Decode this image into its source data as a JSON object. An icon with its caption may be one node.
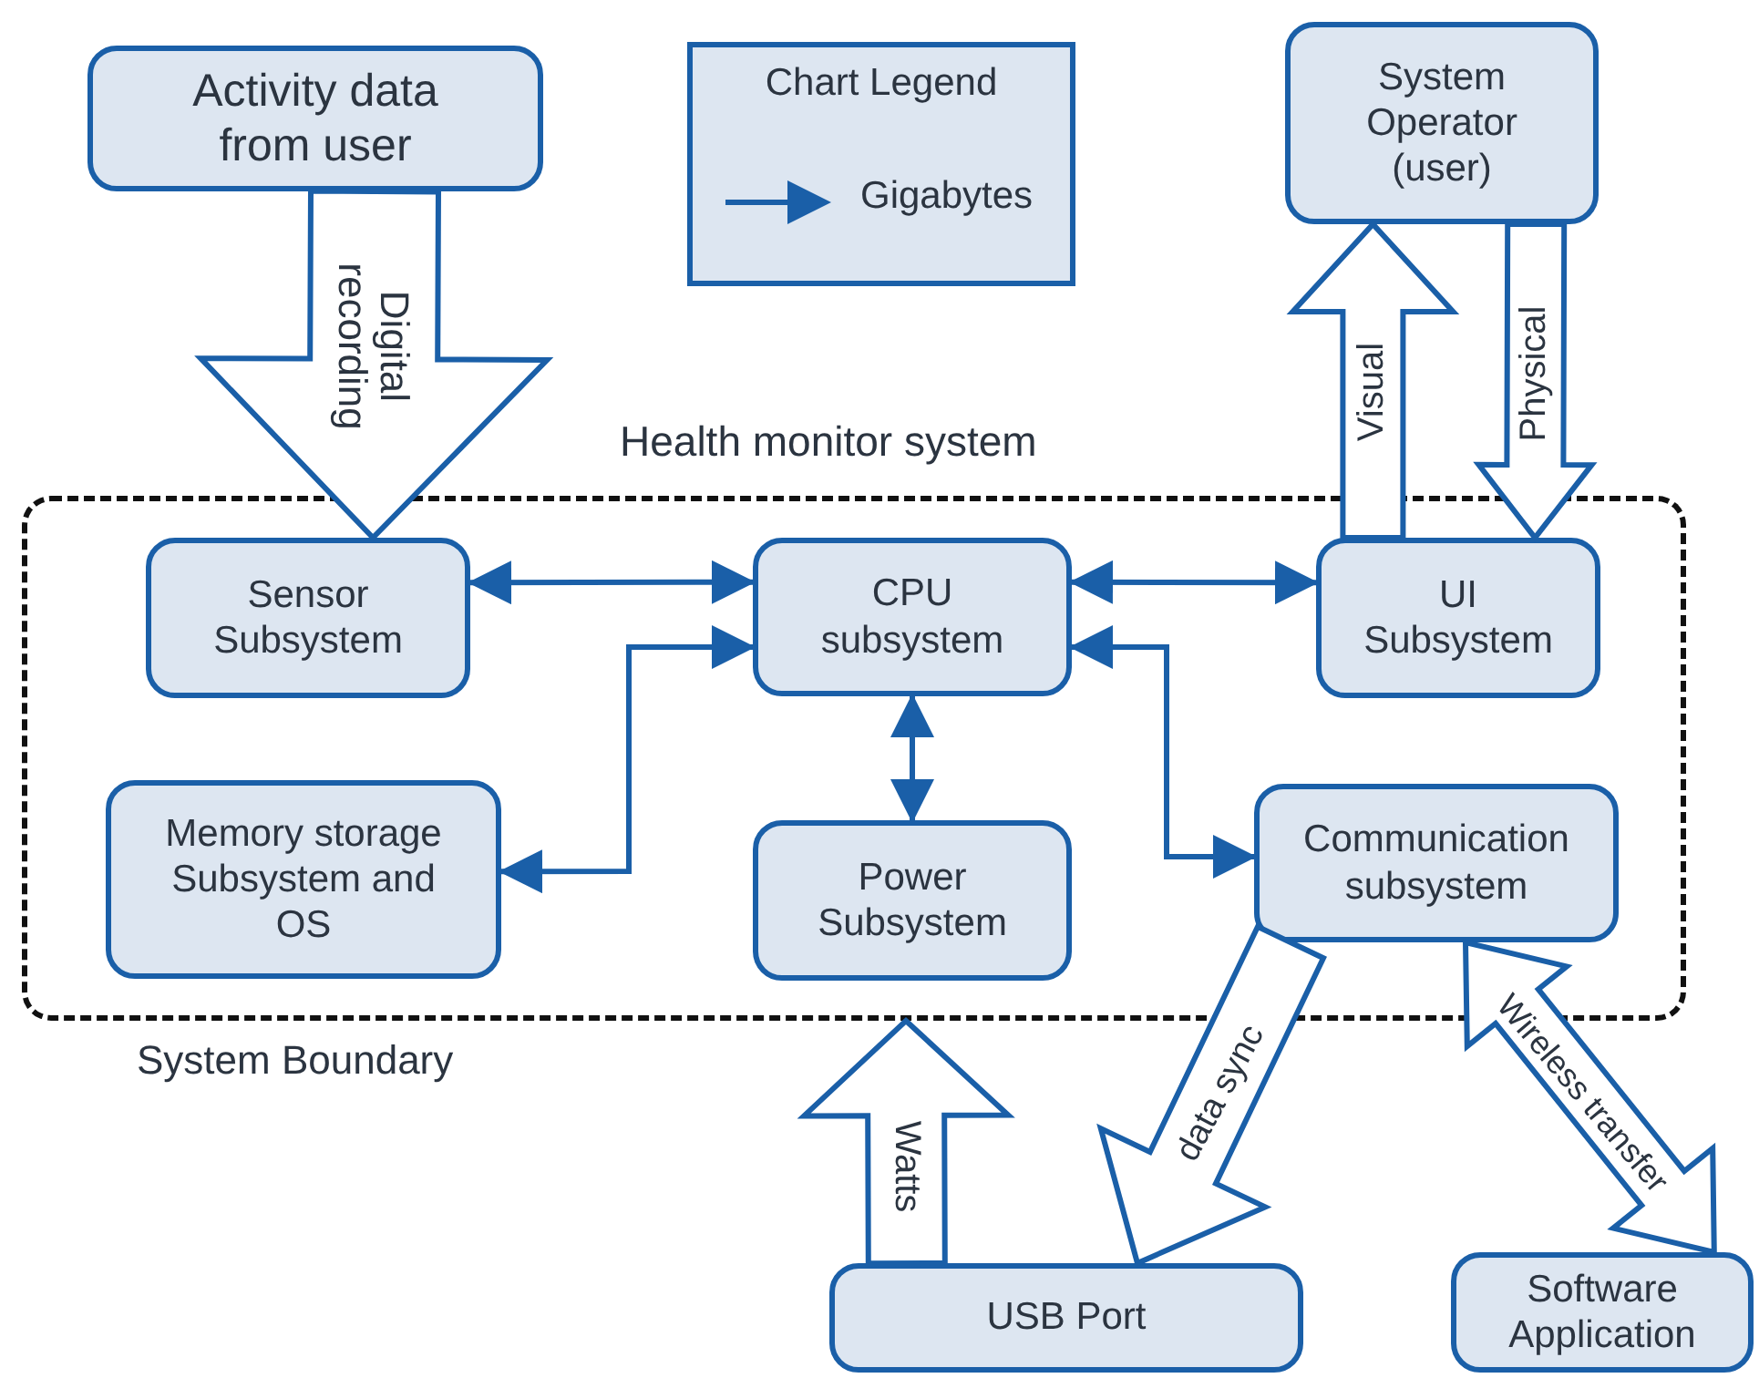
{
  "diagram": {
    "nodes": [
      {
        "text": [
          "Activity data from user"
        ]
      },
      {
        "text": [
          "System Operator (user)"
        ]
      },
      {
        "text": [
          "Health monitor system"
        ],
        "beside": [
          "System Boundary"
        ]
      },
      {
        "text": [
          "Sensor Subsystem"
        ],
        "in": 2
      },
      {
        "text": [
          "CPU subsystem"
        ],
        "in": 2
      },
      {
        "text": [
          "UI Subsystem"
        ],
        "in": 2
      },
      {
        "text": [
          "Memory storage Subsystem and OS"
        ],
        "in": 2
      },
      {
        "text": [
          "Power Subsystem"
        ],
        "in": 2
      },
      {
        "text": [
          "Communication subsystem"
        ],
        "in": 2
      },
      {
        "text": [
          "USB Port"
        ]
      },
      {
        "text": [
          "Software Application"
        ]
      }
    ],
    "edges": [
      {
        "from": 0,
        "to": 3,
        "arrow": "to",
        "label": "Digital recording",
        "style": "thick"
      },
      {
        "from": 5,
        "to": 1,
        "arrow": "to",
        "label": "Visual",
        "style": "thick"
      },
      {
        "from": 1,
        "to": 5,
        "arrow": "to",
        "label": "Physical",
        "style": "thick"
      },
      {
        "from": 3,
        "to": 4,
        "arrow": "both"
      },
      {
        "from": 4,
        "to": 5,
        "arrow": "both"
      },
      {
        "from": 6,
        "to": 4,
        "arrow": "both"
      },
      {
        "from": 4,
        "to": 7,
        "arrow": "both"
      },
      {
        "from": 4,
        "to": 8,
        "arrow": "both"
      },
      {
        "from": 9,
        "to": 7,
        "arrow": "to",
        "label": "Watts",
        "style": "thick"
      },
      {
        "from": 8,
        "to": 9,
        "arrow": "to",
        "label": "data sync",
        "style": "thick"
      },
      {
        "from": 8,
        "to": 10,
        "arrow": "both",
        "label": "Wireless transfer",
        "style": "thick"
      }
    ],
    "labels": [
      "Chart Legend"
    ],
    "legend": [
      {
        "text": "Gigabytes"
      }
    ]
  }
}
